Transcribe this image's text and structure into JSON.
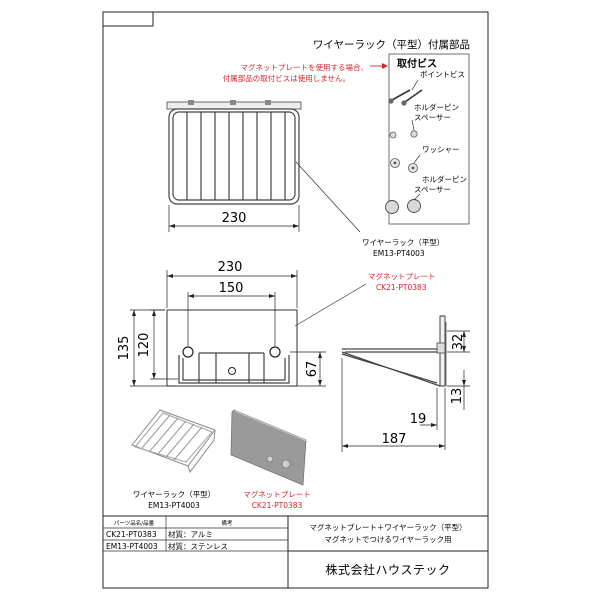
{
  "title_tab": "",
  "header_title": "ワイヤーラック（平型）付属部品",
  "note_lines": [
    "マグネットプレートを使用する場合、",
    "付属部品の取付ビスは使用しません。"
  ],
  "parts_box": {
    "title": "取付ビス",
    "items": [
      "ポイントビス",
      "ホルダーピン",
      "スペーサー",
      "ワッシャー",
      "ホルダーピン",
      "スペーサー"
    ]
  },
  "rack_label": {
    "name": "ワイヤーラック（平型）",
    "code": "EM13-PT4003"
  },
  "plate_label": {
    "name": "マグネットプレート",
    "code": "CK21-PT0383"
  },
  "dimensions": {
    "top_width": "230",
    "front_width": "230",
    "pitch": "150",
    "height_total": "135",
    "height_plate": "120",
    "height_rack": "67",
    "side_top": "32",
    "side_bottom": "13",
    "side_depth_inner": "19",
    "side_depth": "187"
  },
  "photo_labels": {
    "rack_name": "ワイヤーラック（平型）",
    "rack_code": "EM13-PT4003",
    "plate_name": "マグネットプレート",
    "plate_code": "CK21-PT0383"
  },
  "parts_table": {
    "headers": [
      "パーツ品名/品番",
      "備考"
    ],
    "rows": [
      [
        "CK21-PT0383",
        "材質：アルミ"
      ],
      [
        "EM13-PT4003",
        "材質：ステンレス"
      ]
    ]
  },
  "product_desc": [
    "マグネットプレート＋ワイヤーラック（平型）",
    "マグネットでつけるワイヤーラック用"
  ],
  "company": "株式会社ハウステック",
  "colors": {
    "red": "#d2232a",
    "line": "#222222"
  }
}
